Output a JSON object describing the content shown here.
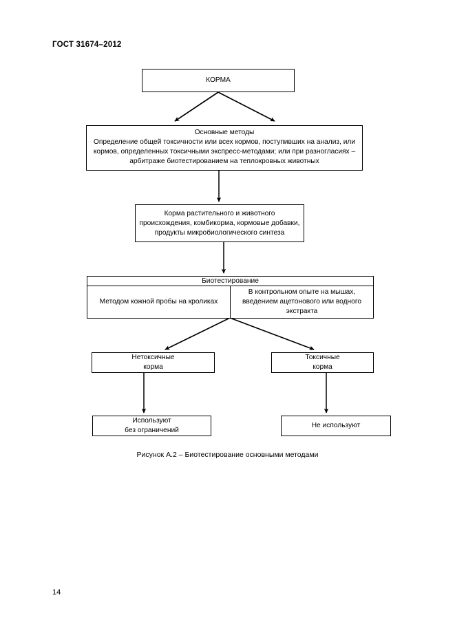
{
  "document": {
    "header": "ГОСТ 31674–2012",
    "page_number": "14",
    "figure_caption": "Рисунок А.2 – Биотестирование основными методами"
  },
  "flowchart": {
    "nodes": {
      "korma": "КОРМА",
      "main_methods_title": "Основные методы",
      "main_methods_body": "Определение общей токсичности или всех кормов, поступивших на анализ, или кормов, определенных токсичными экспресс-методами; или при разногласиях – арбитраже биотестированием на теплокровных животных",
      "feeds": "Корма растительного и животного происхождения, комбикорма, кормовые добавки, продукты микробиологического синтеза",
      "biotest_header": "Биотестирование",
      "biotest_method_left": "Методом кожной пробы на кроликах",
      "biotest_method_right": "В контрольном опыте на мышах, введением ацетонового или водного экстракта",
      "nontoxic": "Нетоксичные\nкорма",
      "toxic": "Токсичные\nкорма",
      "use_without_limits": "Используют\nбез ограничений",
      "do_not_use": "Не используют"
    },
    "colors": {
      "line": "#000000",
      "background": "#ffffff",
      "text": "#000000"
    }
  }
}
